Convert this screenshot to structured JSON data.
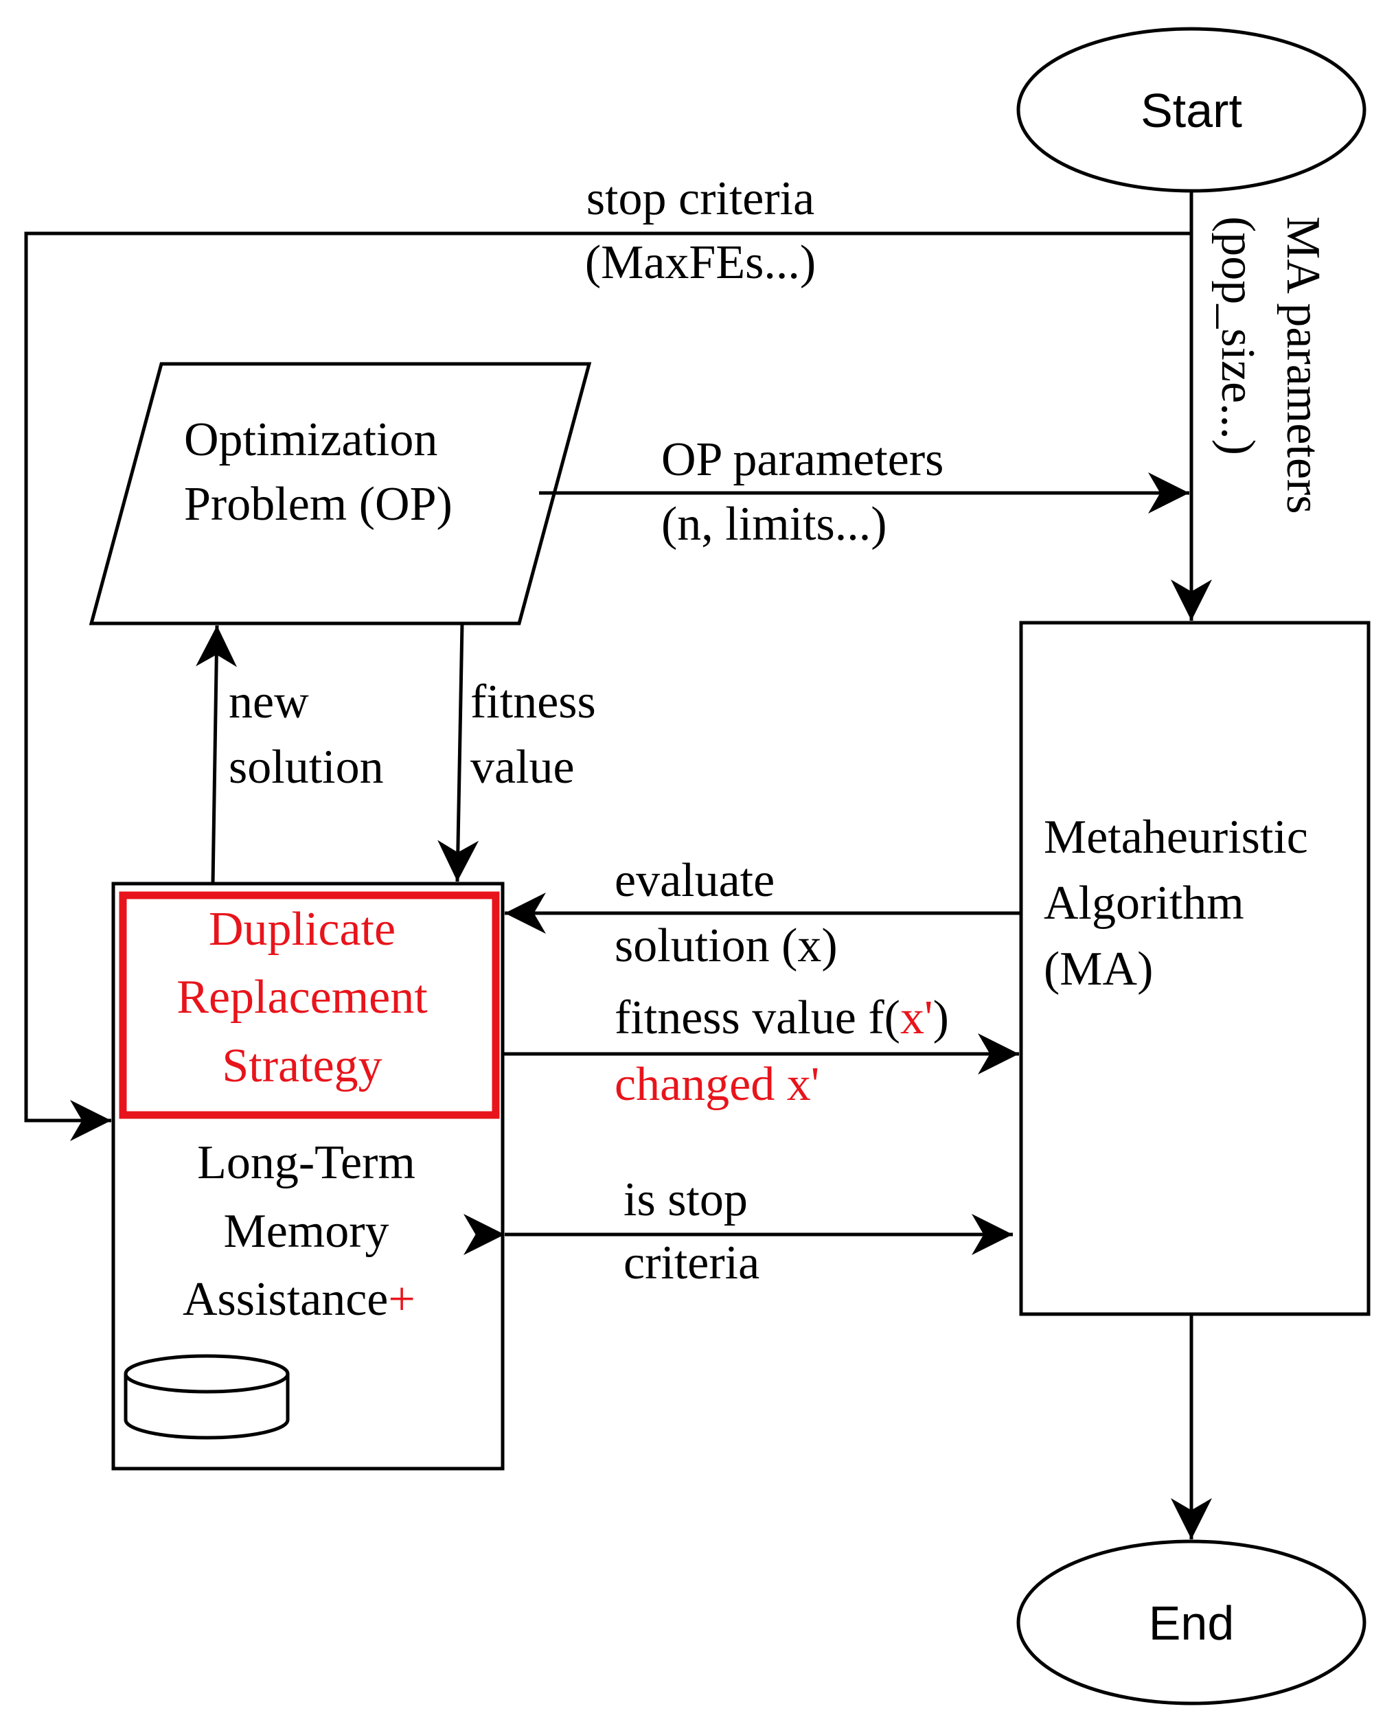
{
  "colors": {
    "stroke": "#000000",
    "highlight": "#e8141b",
    "background": "#ffffff"
  },
  "nodes": {
    "start": "Start",
    "end": "End",
    "op": [
      "Optimization",
      "Problem (OP)"
    ],
    "ma": [
      "Metaheuristic",
      "Algorithm",
      "(MA)"
    ],
    "drs": [
      "Duplicate",
      "Replacement",
      "Strategy"
    ],
    "ltma": [
      "Long-Term",
      "Memory",
      "Assistance"
    ],
    "ltma_plus": "+"
  },
  "edges": {
    "stop_criteria": [
      "stop criteria",
      "(MaxFEs...)"
    ],
    "ma_parameters": [
      "MA parameters",
      "(pop_size...)"
    ],
    "op_parameters": [
      "OP parameters",
      "(n, limits...)"
    ],
    "new_solution": [
      "new",
      "solution"
    ],
    "fitness_value": [
      "fitness",
      "value"
    ],
    "evaluate": [
      "evaluate",
      "solution (x)"
    ],
    "fitness_return_prefix": "fitness value f(",
    "fitness_return_var": "x'",
    "fitness_return_suffix": ")",
    "changed": "changed x'",
    "is_stop": [
      "is stop",
      "criteria"
    ]
  }
}
